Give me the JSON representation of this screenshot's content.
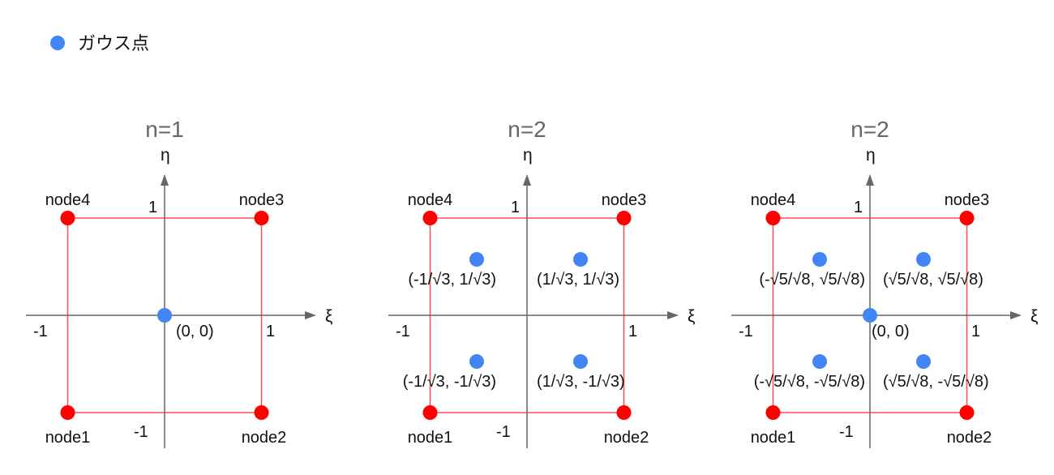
{
  "legend": {
    "label": "ガウス点",
    "color": "#4285f4"
  },
  "colors": {
    "node": "#ff0000",
    "edge": "#ff4d4d",
    "axis": "#666666",
    "gauss": "#4285f4",
    "title": "#666666"
  },
  "axes": {
    "xi": "ξ",
    "eta": "η",
    "pos_one": "1",
    "neg_one": "-1"
  },
  "nodes": [
    "node1",
    "node2",
    "node3",
    "node4"
  ],
  "panels": [
    {
      "title": "n=1",
      "gauss_points": [
        {
          "xi_sign": 0,
          "eta_sign": 0,
          "label": "(0, 0)"
        }
      ]
    },
    {
      "title": "n=2",
      "gauss_points": [
        {
          "xi_sign": -1,
          "eta_sign": 1,
          "label": "(-1/√3, 1/√3)"
        },
        {
          "xi_sign": 1,
          "eta_sign": 1,
          "label": "(1/√3, 1/√3)"
        },
        {
          "xi_sign": -1,
          "eta_sign": -1,
          "label": "(-1/√3, -1/√3)"
        },
        {
          "xi_sign": 1,
          "eta_sign": -1,
          "label": "(1/√3, -1/√3)"
        }
      ]
    },
    {
      "title": "n=2",
      "gauss_points": [
        {
          "xi_sign": -1,
          "eta_sign": 1,
          "label": "(-√5/√8, √5/√8)"
        },
        {
          "xi_sign": 1,
          "eta_sign": 1,
          "label": "(√5/√8, √5/√8)"
        },
        {
          "xi_sign": 0,
          "eta_sign": 0,
          "label": "(0, 0)"
        },
        {
          "xi_sign": -1,
          "eta_sign": -1,
          "label": "(-√5/√8, -√5/√8)"
        },
        {
          "xi_sign": 1,
          "eta_sign": -1,
          "label": "(√5/√8, -√5/√8)"
        }
      ]
    }
  ]
}
